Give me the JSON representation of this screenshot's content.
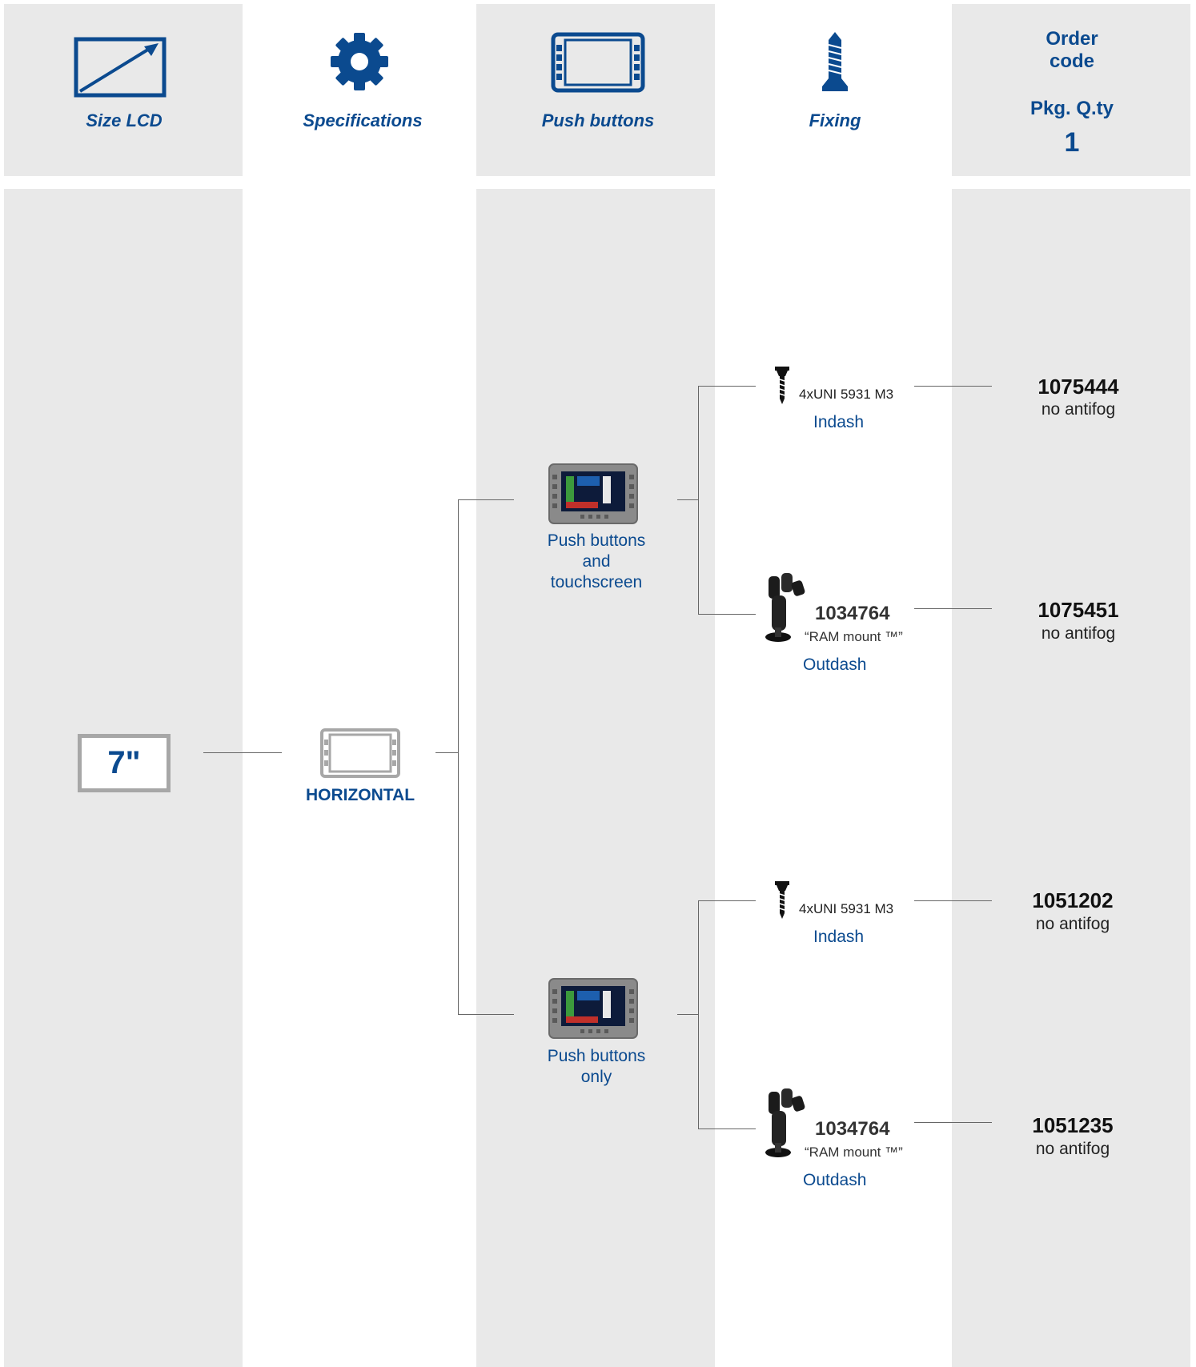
{
  "header": {
    "size_lcd": "Size LCD",
    "specifications": "Specifications",
    "push_buttons": "Push buttons",
    "fixing": "Fixing",
    "order_code": "Order\ncode",
    "pkg_qty_label": "Pkg. Q.ty",
    "pkg_qty_value": "1"
  },
  "size": {
    "value": "7\""
  },
  "orientation": {
    "label": "HORIZONTAL"
  },
  "variants": [
    {
      "label": "Push buttons\nand\ntouchscreen",
      "fixings": [
        {
          "screw": "4xUNI 5931 M3",
          "type": "Indash",
          "order": "1075444",
          "note": "no antifog"
        },
        {
          "mount_code": "1034764",
          "mount_name": "“RAM mount ™”",
          "type": "Outdash",
          "order": "1075451",
          "note": "no antifog"
        }
      ]
    },
    {
      "label": "Push buttons\nonly",
      "fixings": [
        {
          "screw": "4xUNI 5931 M3",
          "type": "Indash",
          "order": "1051202",
          "note": "no antifog"
        },
        {
          "mount_code": "1034764",
          "mount_name": "“RAM mount ™”",
          "type": "Outdash",
          "order": "1051235",
          "note": "no antifog"
        }
      ]
    }
  ],
  "colors": {
    "accent": "#0b4a8f",
    "column_bg": "#e9e9e9",
    "line": "#666666"
  }
}
